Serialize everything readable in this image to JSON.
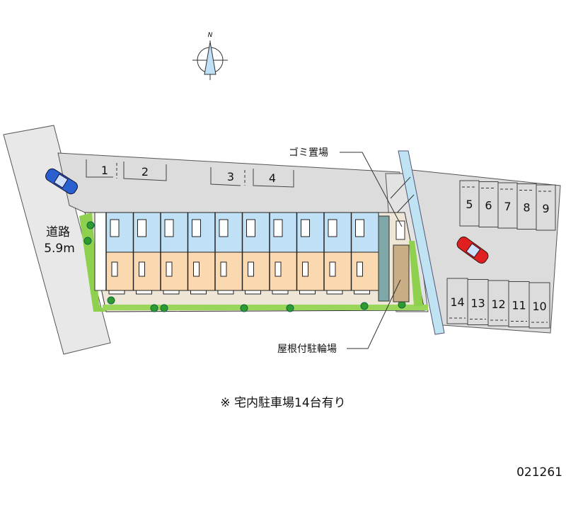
{
  "compass": {
    "north_label": "N"
  },
  "road": {
    "label": "道路",
    "width": "5.9m"
  },
  "labels": {
    "garbage": "ゴミ置場",
    "bicycle": "屋根付駐輪場"
  },
  "parking": {
    "top_left": [
      "1",
      "2",
      "3",
      "4"
    ],
    "top_right": [
      "5",
      "6",
      "7",
      "8",
      "9"
    ],
    "bottom_right": [
      "14",
      "13",
      "12",
      "11",
      "10"
    ]
  },
  "note": "※ 宅内駐車場14台有り",
  "code": "021261",
  "colors": {
    "lot": "#dedede",
    "road": "#e6e6e6",
    "unit_top": "#bfe0f5",
    "unit_bottom": "#fbd9b0",
    "green": "#8fd14f",
    "water": "#bfe3f2",
    "car_blue": "#2a5fd0",
    "car_red": "#e02020"
  }
}
